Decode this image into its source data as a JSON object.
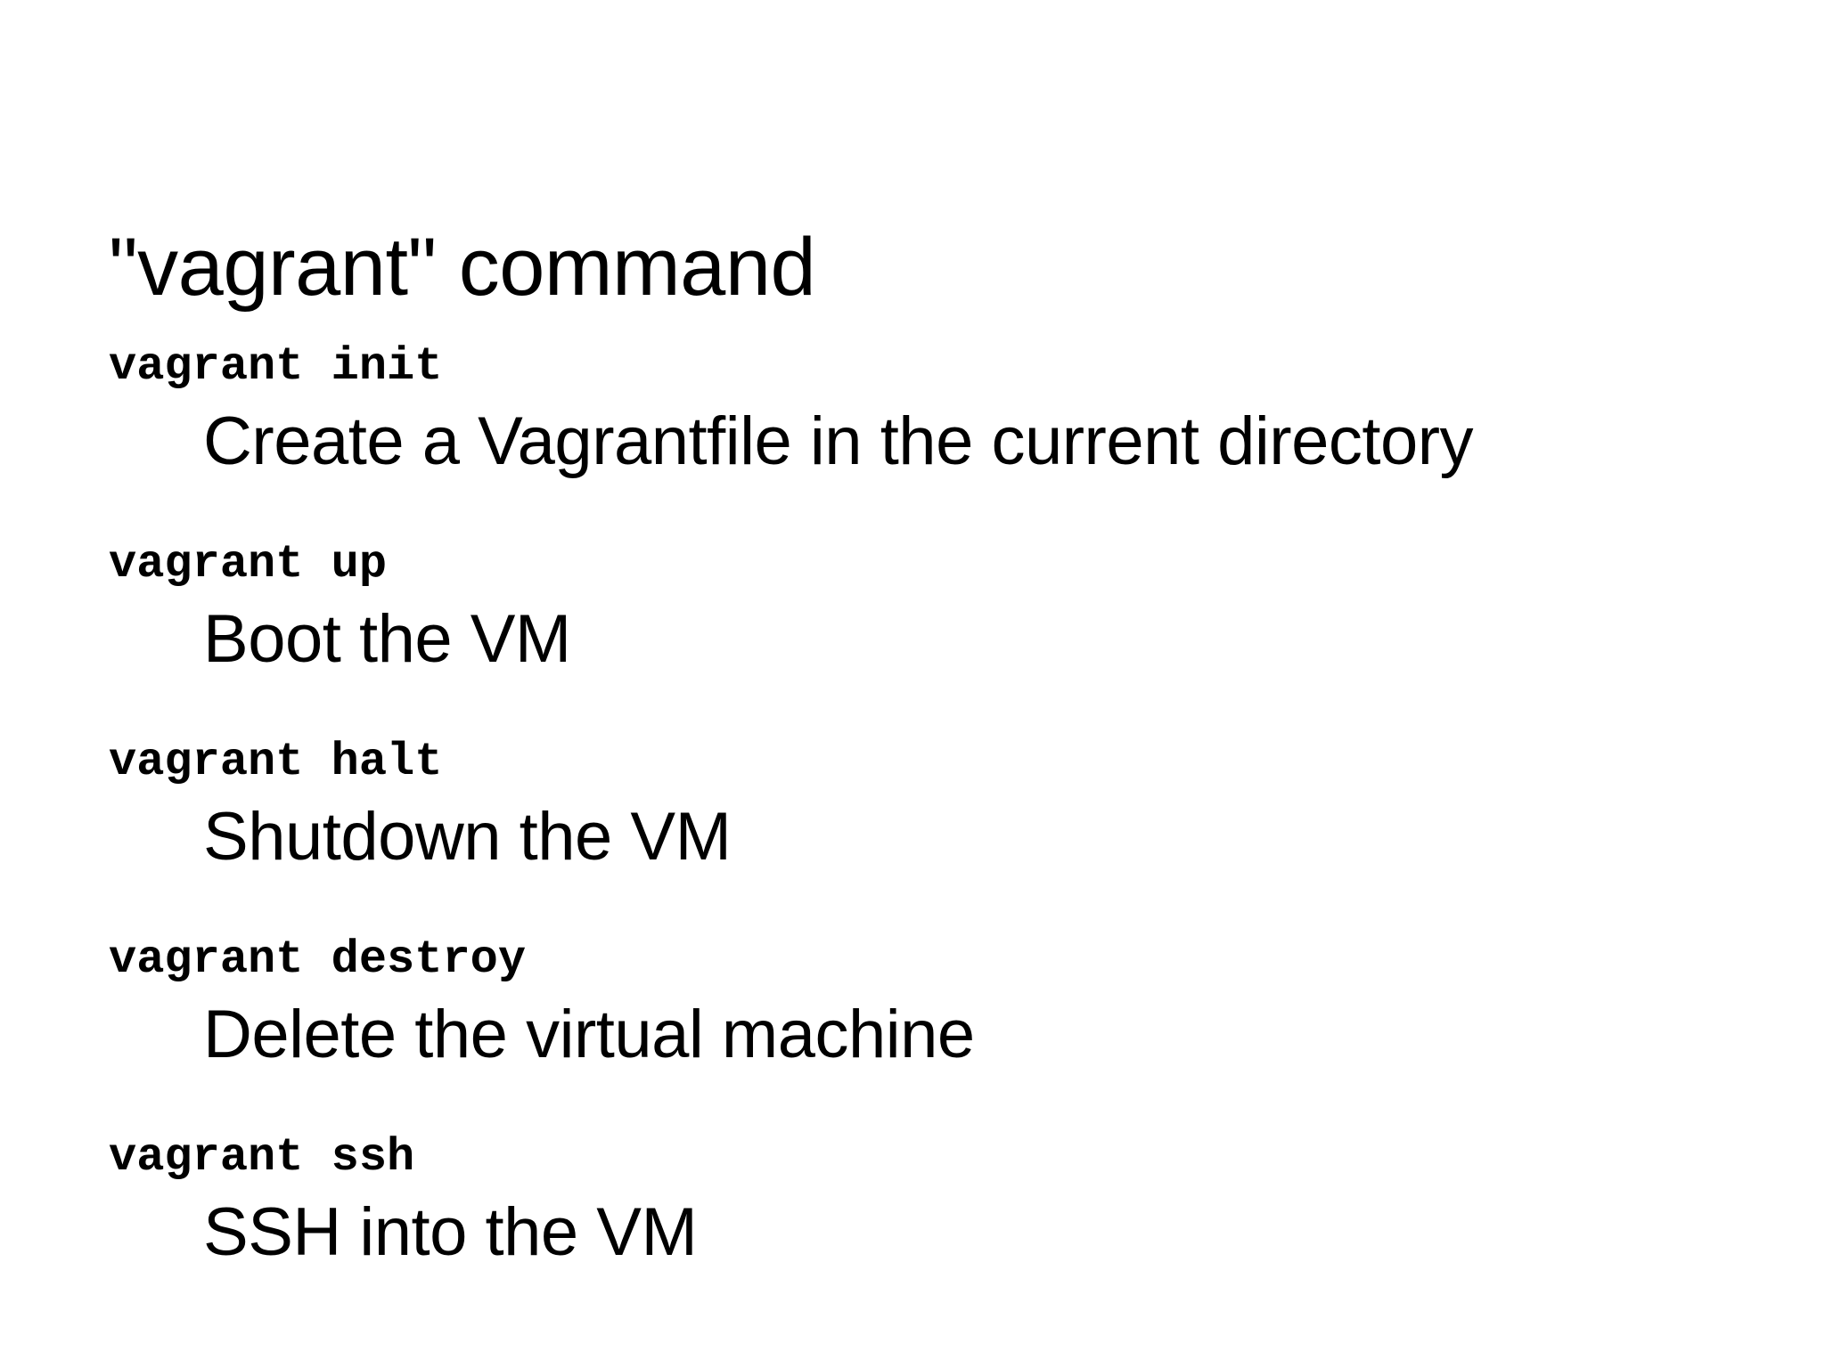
{
  "slide": {
    "title": "\"vagrant\" command",
    "background_color": "#ffffff",
    "text_color": "#000000",
    "commands": [
      {
        "name": "vagrant init",
        "description": "Create a Vagrantfile in the current directory"
      },
      {
        "name": "vagrant up",
        "description": "Boot the VM"
      },
      {
        "name": "vagrant halt",
        "description": "Shutdown the VM"
      },
      {
        "name": "vagrant destroy",
        "description": "Delete the virtual machine"
      },
      {
        "name": "vagrant ssh",
        "description": "SSH into the VM"
      }
    ]
  }
}
